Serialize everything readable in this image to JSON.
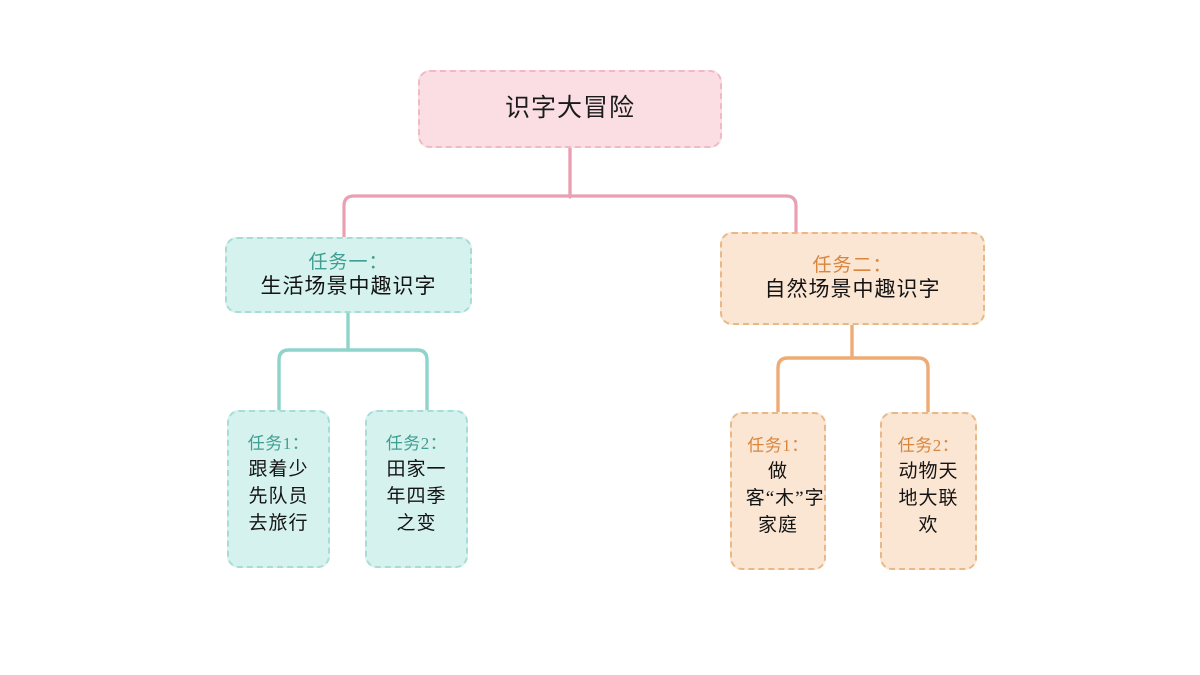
{
  "diagram": {
    "type": "tree",
    "root": {
      "text": "识字大冒险",
      "fill": "#fadee3",
      "border": "#f0b9c6"
    },
    "branches": [
      {
        "tag": "任务一：",
        "text": "生活场景中趣识字",
        "accent": "#3f9e91",
        "fill": "#d6f2ee",
        "border": "#a8ddd6",
        "leaves": [
          {
            "tag": "任务1：",
            "text": "跟着少先队员去旅行"
          },
          {
            "tag": "任务2：",
            "text": "田家一年四季之变"
          }
        ]
      },
      {
        "tag": "任务二：",
        "text": "自然场景中趣识字",
        "accent": "#d9853c",
        "fill": "#fbe6d4",
        "border": "#e9b889",
        "leaves": [
          {
            "tag": "任务1：",
            "text": "做客“木”字家庭"
          },
          {
            "tag": "任务2：",
            "text": "动物天地大联欢"
          }
        ]
      }
    ],
    "connector_colors": {
      "root": "#e8a0b2",
      "branch_1": "#8fd4cb",
      "branch_2": "#eeab74"
    }
  }
}
